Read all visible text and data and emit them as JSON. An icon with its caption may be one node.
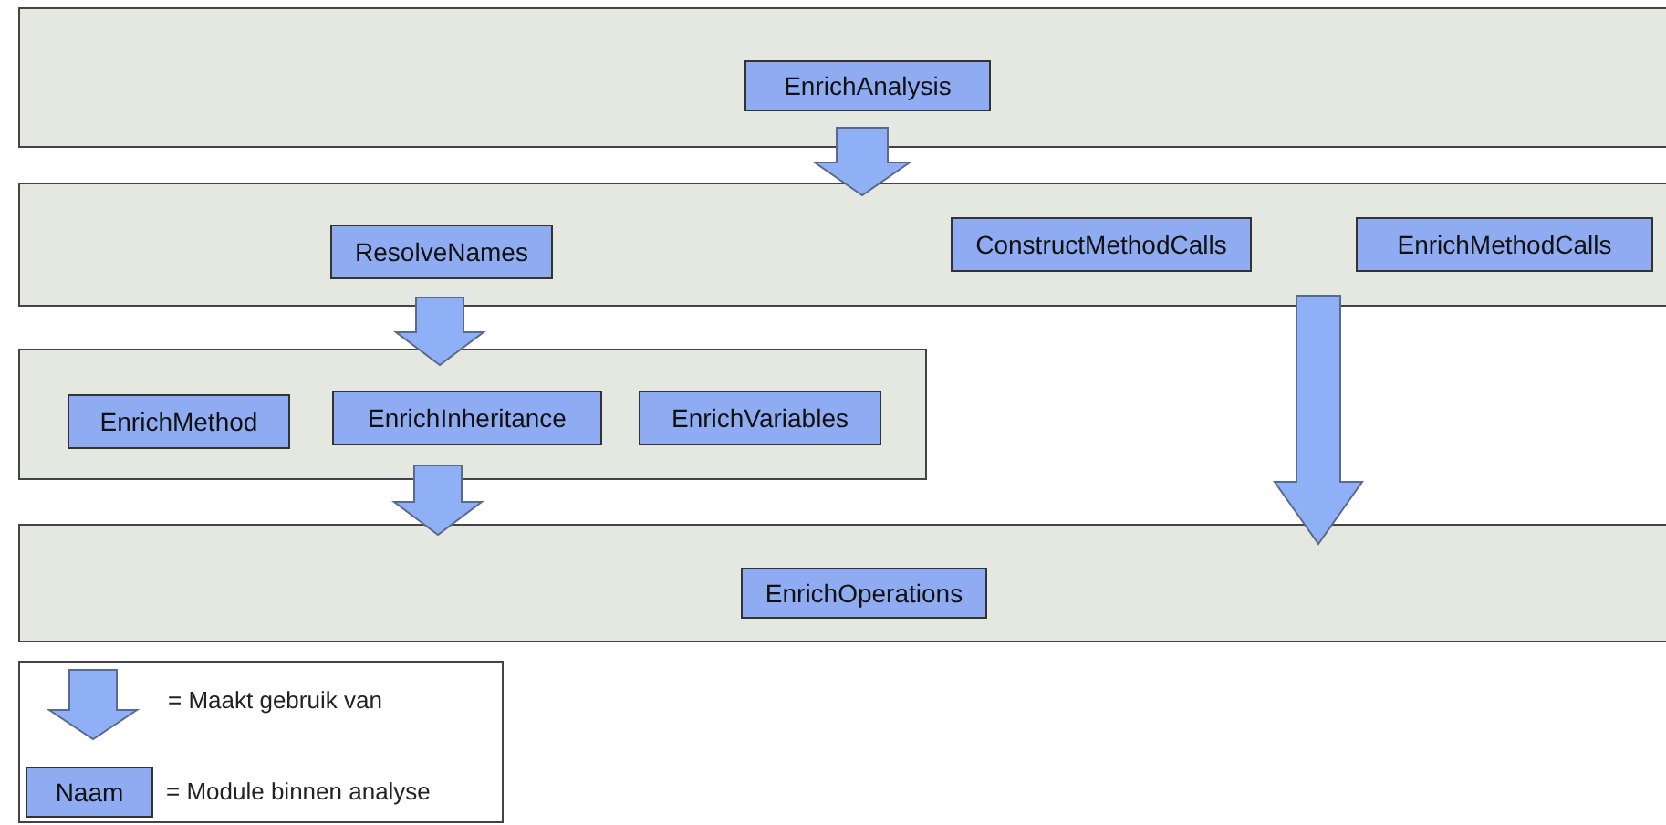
{
  "diagram": {
    "nodes": [
      {
        "text": [],
        "shape": "box"
      },
      {
        "text": [
          "EnrichAnalysis"
        ],
        "in": 0
      },
      {
        "text": [],
        "shape": "box"
      },
      {
        "text": [
          "ResolveNames"
        ],
        "in": 2
      },
      {
        "text": [
          "ConstructMethodCalls"
        ],
        "in": 2
      },
      {
        "text": [
          "EnrichMethodCalls"
        ],
        "in": 2
      },
      {
        "text": [],
        "shape": "box"
      },
      {
        "text": [
          "EnrichMethod"
        ],
        "in": 6
      },
      {
        "text": [
          "EnrichInheritance"
        ],
        "in": 6
      },
      {
        "text": [
          "EnrichVariables"
        ],
        "in": 6
      },
      {
        "text": [],
        "shape": "box"
      },
      {
        "text": [
          "EnrichOperations"
        ],
        "in": 10
      }
    ],
    "edges": [
      {
        "from": 0,
        "to": 2,
        "arrow": "to"
      },
      {
        "from": 3,
        "to": 6,
        "arrow": "to"
      },
      {
        "from": 6,
        "to": 10,
        "arrow": "to"
      },
      {
        "from": 2,
        "to": 10,
        "arrow": "to"
      }
    ],
    "labels": [
      "Naam"
    ],
    "legend": [
      {
        "text": "= Maakt gebruik van"
      },
      {
        "text": "= Module binnen analyse"
      }
    ]
  }
}
